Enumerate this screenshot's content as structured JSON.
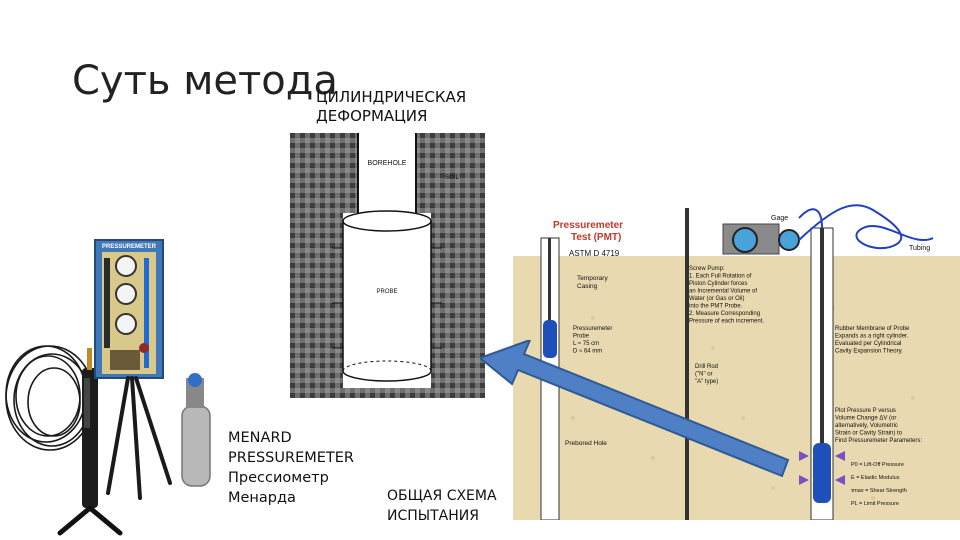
{
  "slide": {
    "title": "Суть метода",
    "deformation_label": "ЦИЛИНДРИЧЕСКАЯ\nДЕФОРМАЦИЯ",
    "device_caption": "MENARD\nPRESSUREMETER\nПрессиометр\nМенарда",
    "scheme_caption": "ОБЩАЯ СХЕМА\nИСПЫТАНИЯ"
  },
  "borehole_figure": {
    "borehole_label": "BOREHOLE",
    "soil_label": "SOIL",
    "probe_label": "PROBE"
  },
  "device_photo": {
    "brand_label": "PRESSUREMETER"
  },
  "test_diagram": {
    "title": "Pressuremeter\nTest (PMT)",
    "standard": "ASTM D 4719",
    "gage_label": "Gage",
    "tubing_label": "Tubing",
    "temporary_casing": "Temporary\nCasing",
    "probe_note": "Pressuremeter\nProbe\nL ≈ 75 cm\nD ≈ 64 mm",
    "drill_rod": "Drill Rod\n(\"N\" or\n\"A\" type)",
    "prebored_hole": "Prebored Hole",
    "screw_pump_note": "Screw Pump:\n1. Each Full Rotation of\nPiston Cylinder forces\nan Incremental Volume of\nWater (or Gas or Oil)\ninto the PMT Probe.\n2. Measure Corresponding\nPressure of each increment.",
    "membrane_note": "Rubber Membrane of Probe\nExpands as a right cylinder.\nEvaluated per Cylindrical\nCavity Expansion Theory.",
    "plot_note": "Plot Pressure P versus\nVolume Change ΔV (or\nalternatively, Volumetric\nStrain or Cavity Strain) to\nFind Pressuremeter Parameters:",
    "params": [
      "P0 = Lift-Off Pressure",
      "E = Elastic Modulus",
      "τmax = Shear Strength",
      "PL = Limit Pressure"
    ]
  },
  "colors": {
    "soil": "#e8d9b0",
    "arrow_fill": "#4f7fc4",
    "arrow_stroke": "#2e5a95",
    "probe_blue": "#1f4fb8",
    "title_red": "#c0392b",
    "device_panel": "#3f77b8"
  }
}
